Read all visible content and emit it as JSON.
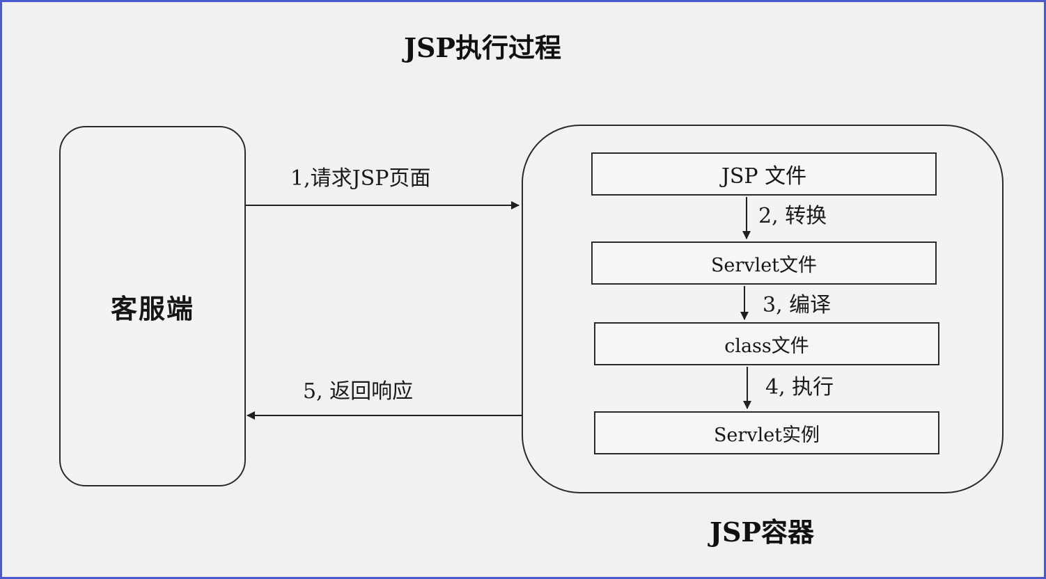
{
  "title": "JSP执行过程",
  "client": {
    "label": "客服端"
  },
  "container": {
    "label": "JSP容器",
    "steps": [
      {
        "label": "JSP 文件"
      },
      {
        "label": "Servlet文件"
      },
      {
        "label": "class文件"
      },
      {
        "label": "Servlet实例"
      }
    ],
    "transitions": [
      {
        "label": "2, 转换"
      },
      {
        "label": "3, 编译"
      },
      {
        "label": "4, 执行"
      }
    ]
  },
  "flows": {
    "request": {
      "label": "1,请求JSP页面"
    },
    "response": {
      "label": "5, 返回响应"
    }
  },
  "colors": {
    "border": "#4a5bd0",
    "line": "#2a2a2a",
    "background": "#f1f1f1"
  }
}
